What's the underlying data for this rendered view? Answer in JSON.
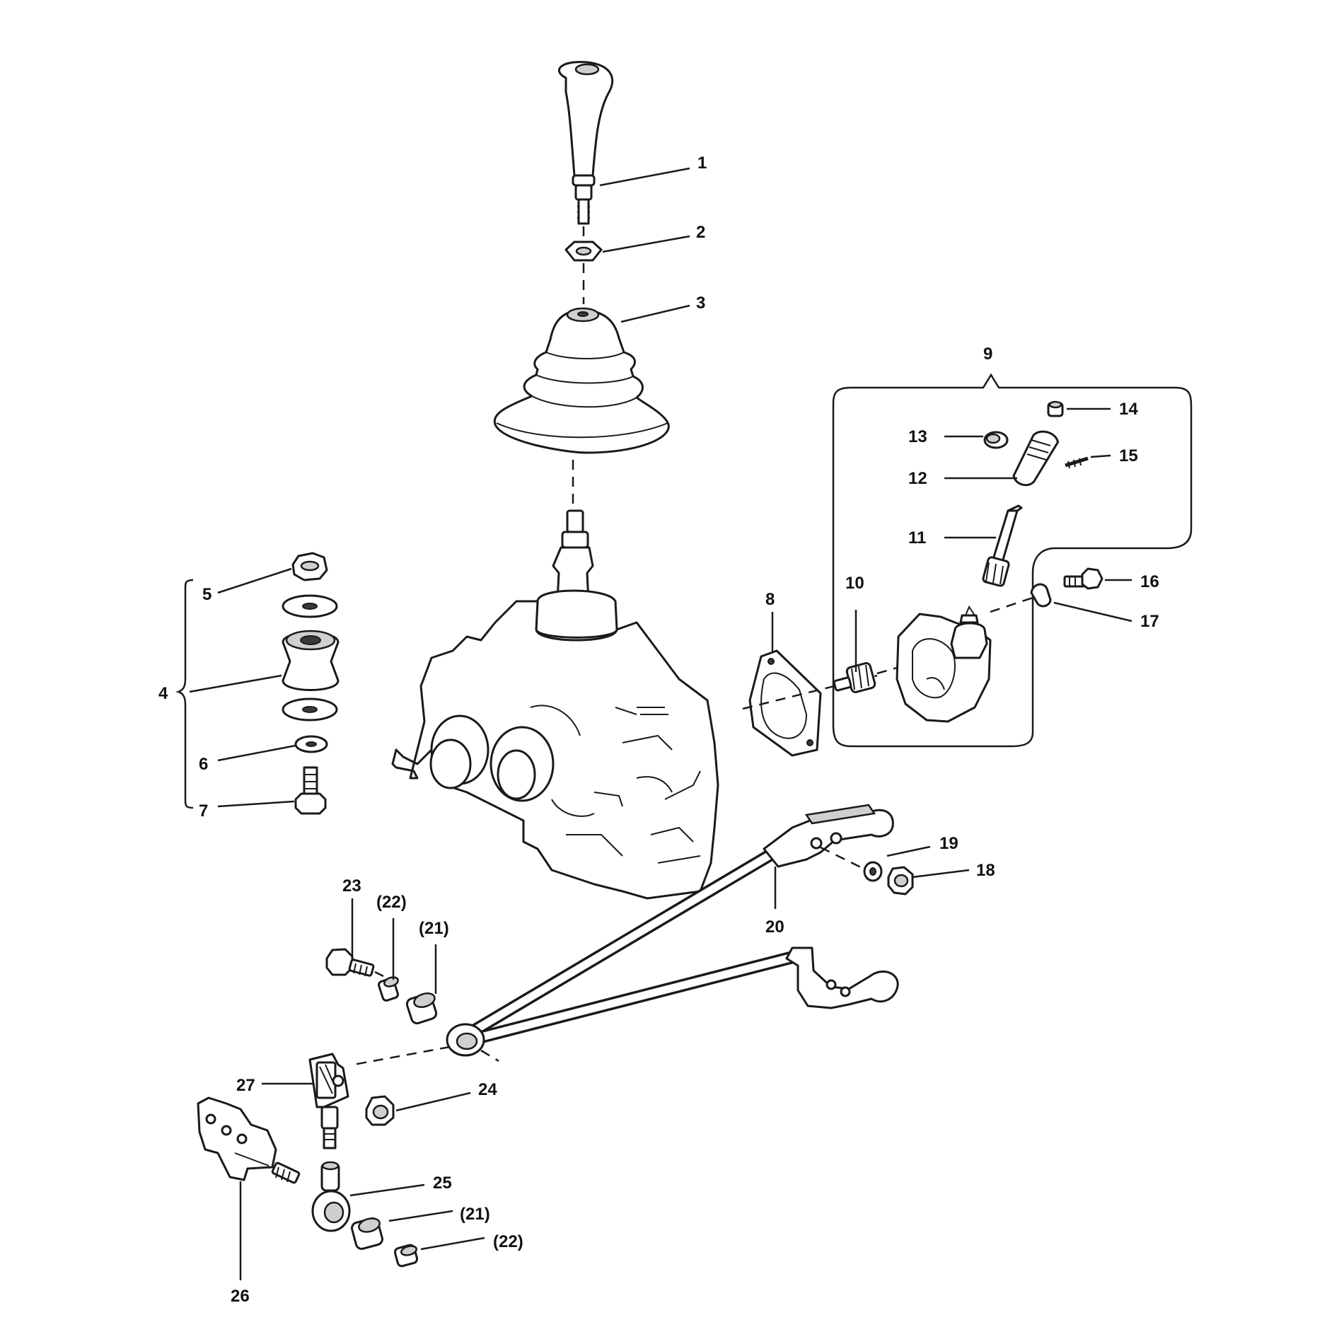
{
  "labels": {
    "p1": "1",
    "p2": "2",
    "p3": "3",
    "p4": "4",
    "p5": "5",
    "p6": "6",
    "p7": "7",
    "p8": "8",
    "p9": "9",
    "p10": "10",
    "p11": "11",
    "p12": "12",
    "p13": "13",
    "p14": "14",
    "p15": "15",
    "p16": "16",
    "p17": "17",
    "p18": "18",
    "p19": "19",
    "p20": "20",
    "p21a": "(21)",
    "p21b": "(21)",
    "p22a": "(22)",
    "p22b": "(22)",
    "p23": "23",
    "p24": "24",
    "p25": "25",
    "p26": "26",
    "p27": "27"
  }
}
